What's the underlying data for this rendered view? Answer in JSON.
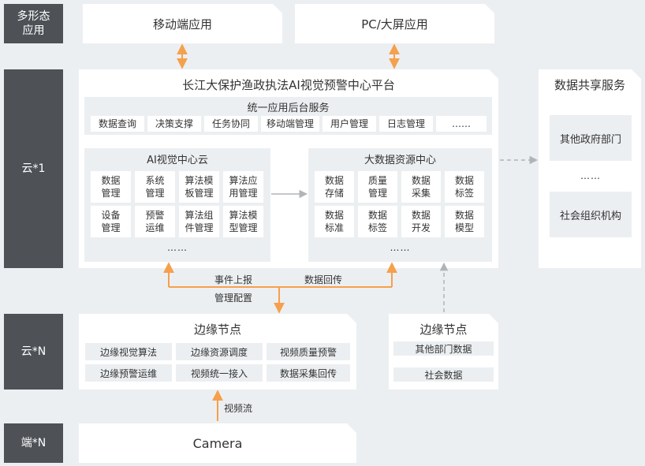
{
  "tiers": {
    "multi_app": "多形态\n应用",
    "cloud_1": "云*1",
    "cloud_n": "云*N",
    "edge_n": "端*N"
  },
  "apps": {
    "mobile": "移动端应用",
    "pc": "PC/大屏应用"
  },
  "platform": {
    "title": "长江大保护渔政执法AI视觉预警中心平台",
    "backend": {
      "title": "统一应用后台服务",
      "items": [
        "数据查询",
        "决策支撑",
        "任务协同",
        "移动端管理",
        "用户管理",
        "日志管理",
        "……"
      ]
    },
    "ai_cloud": {
      "title": "AI视觉中心云",
      "items": [
        "数据\n管理",
        "系统\n管理",
        "算法模\n板管理",
        "算法应\n用管理",
        "设备\n管理",
        "预警\n运维",
        "算法组\n件管理",
        "算法模\n型管理"
      ],
      "more": "……"
    },
    "bigdata": {
      "title": "大数据资源中心",
      "items": [
        "数据\n存储",
        "质量\n管理",
        "数据\n采集",
        "数据\n标签",
        "数据\n标准",
        "数据\n标签",
        "数据\n开发",
        "数据\n模型"
      ],
      "more": "……"
    }
  },
  "sharing": {
    "title": "数据共享服务",
    "items": [
      "其他政府部门",
      "……",
      "社会组织机构"
    ]
  },
  "flows": {
    "event_report": "事件上报",
    "data_return": "数据回传",
    "mgmt_config": "管理配置",
    "video_stream": "视频流"
  },
  "edge_node": {
    "title": "边缘节点",
    "items": [
      "边缘视觉算法",
      "边缘资源调度",
      "视频质量预警",
      "边缘预警运维",
      "视频统一接入",
      "数据采集回传"
    ]
  },
  "edge_node_2": {
    "title": "边缘节点",
    "items": [
      "其他部门数据",
      "社会数据"
    ]
  },
  "device": {
    "camera": "Camera"
  },
  "colors": {
    "accent_orange": "#f5a04c",
    "tier_dark": "#4e5257",
    "background": "#eceff1",
    "dashed_gray": "#b0b4b8"
  }
}
